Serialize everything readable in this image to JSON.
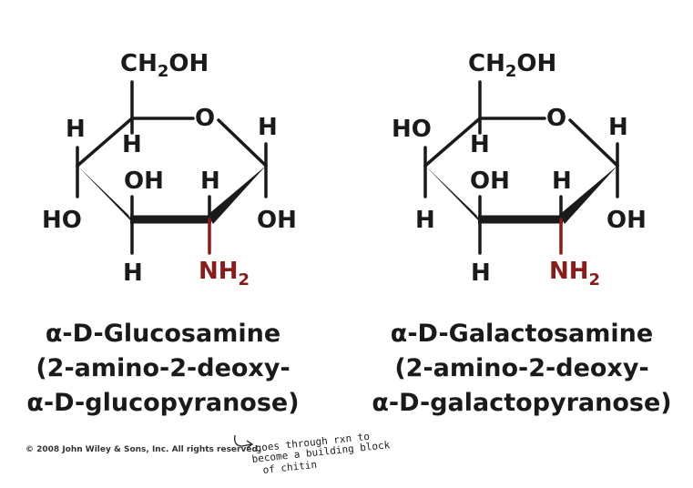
{
  "structures": [
    {
      "id": "glucosamine",
      "atoms": {
        "top": "CH",
        "top_sub": "2",
        "top_tail": "OH",
        "ring_o": "O",
        "c4_up": "H",
        "c4_down": "HO",
        "c5_h": "H",
        "c3_oh": "OH",
        "c3_h": "H",
        "c2_h": "H",
        "c2_nh": "NH",
        "c2_nh_sub": "2",
        "c1_up": "H",
        "c1_down": "OH"
      },
      "name_lines": [
        "α-D-Glucosamine",
        "(2-amino-2-deoxy-",
        "α-D-glucopyranose)"
      ]
    },
    {
      "id": "galactosamine",
      "atoms": {
        "top": "CH",
        "top_sub": "2",
        "top_tail": "OH",
        "ring_o": "O",
        "c4_up": "HO",
        "c4_down": "H",
        "c5_h": "H",
        "c3_oh": "OH",
        "c3_h": "H",
        "c2_h": "H",
        "c2_nh": "NH",
        "c2_nh_sub": "2",
        "c1_up": "H",
        "c1_down": "OH"
      },
      "name_lines": [
        "α-D-Galactosamine",
        "(2-amino-2-deoxy-",
        "α-D-galactopyranose)"
      ]
    }
  ],
  "copyright": "© 2008 John Wiley & Sons, Inc. All rights reserved.",
  "handwritten_note": [
    "goes through rxn to",
    "become a building block",
    "of chitin"
  ],
  "colors": {
    "ink": "#1a1a1a",
    "amine": "#8b1a1a"
  }
}
